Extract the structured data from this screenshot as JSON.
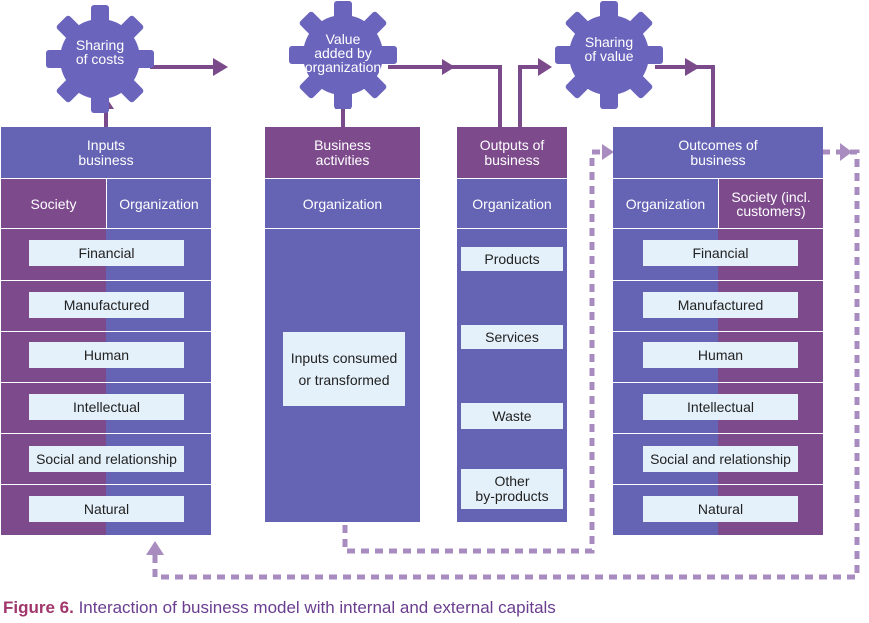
{
  "colors": {
    "purple_dark": "#7d4a8c",
    "blue_violet": "#6563b4",
    "gear": "#6a64bc",
    "capital_box": "#e4f1fa",
    "connector": "#7a4a8a",
    "caption_bold": "#a0366b",
    "caption_text": "#6a3d8f"
  },
  "gears": [
    {
      "label": "Sharing\nof costs",
      "icon": "gear-icon"
    },
    {
      "label": "Value\nadded by\norganization",
      "icon": "gear-icon"
    },
    {
      "label": "Sharing\nof value",
      "icon": "gear-icon"
    }
  ],
  "inputs": {
    "title": "Inputs\nbusiness",
    "col_left": "Society",
    "col_right": "Organization",
    "capitals": [
      "Financial",
      "Manufactured",
      "Human",
      "Intellectual",
      "Social and relationship",
      "Natural"
    ]
  },
  "activities": {
    "title": "Business\nactivities",
    "sub": "Organization",
    "body": "Inputs consumed\nor transformed"
  },
  "outputs": {
    "title": "Outputs of\nbusiness",
    "sub": "Organization",
    "items": [
      "Products",
      "Services",
      "Waste",
      "Other\nby-products"
    ]
  },
  "outcomes": {
    "title": "Outcomes of\nbusiness",
    "col_left": "Organization",
    "col_right": "Society (incl.\ncustomers)",
    "capitals": [
      "Financial",
      "Manufactured",
      "Human",
      "Intellectual",
      "Social and relationship",
      "Natural"
    ]
  },
  "caption": {
    "label": "Figure 6.",
    "text": " Interaction of business model with internal and external capitals"
  }
}
